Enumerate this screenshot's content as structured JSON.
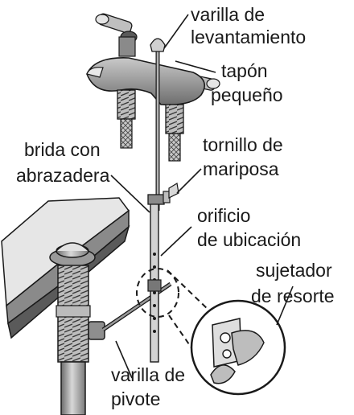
{
  "labels": {
    "lift_rod": [
      "varilla de",
      "levantamiento"
    ],
    "small_cap": [
      "tapón",
      "pequeño"
    ],
    "clamp_strap": [
      "brida con",
      "abrazadera"
    ],
    "thumb_screw": [
      "tornillo de",
      "mariposa"
    ],
    "locating_hole": [
      "orificio",
      "de ubicación"
    ],
    "spring_clip": [
      "sujetador",
      "de resorte"
    ],
    "pivot_rod": [
      "varilla de",
      "pivote"
    ]
  },
  "colors": {
    "metal_dark": "#5f5f5f",
    "metal_mid": "#9a9a9a",
    "metal_light": "#d6d6d6",
    "outline": "#1a1a1a"
  }
}
